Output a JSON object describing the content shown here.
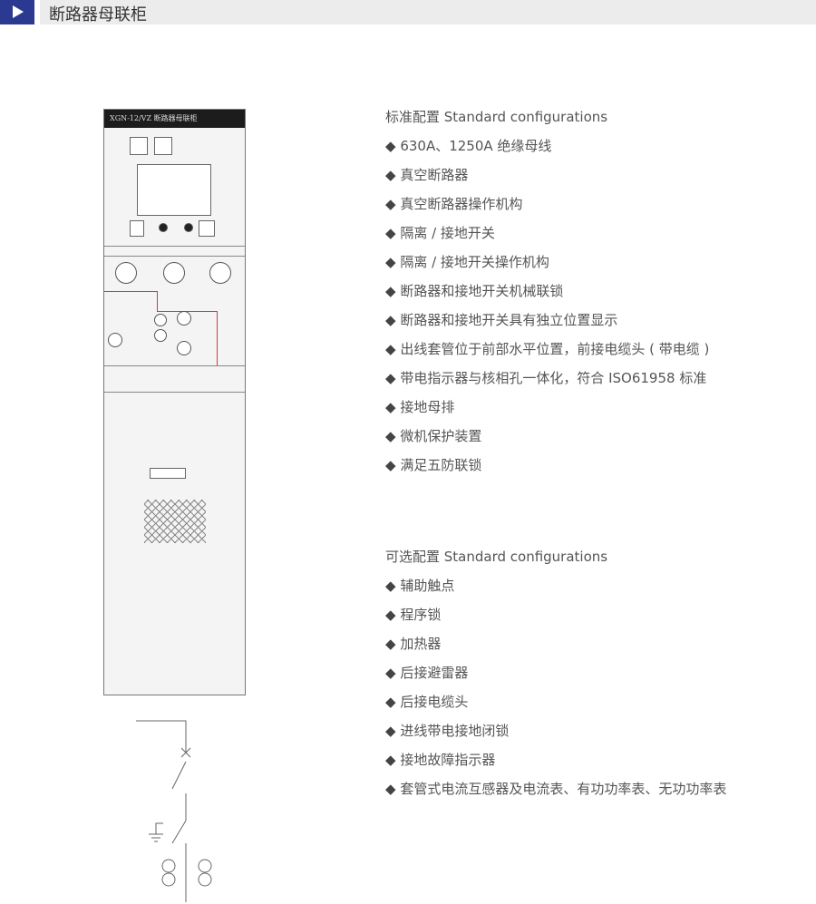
{
  "header": {
    "title": "断路器母联柜",
    "icon": "play-icon"
  },
  "cabinet": {
    "label": "XGN-12/VZ  断路器母联柜"
  },
  "standard": {
    "title": "标准配置 Standard configurations",
    "items": [
      "630A、1250A 绝缘母线",
      "真空断路器",
      "真空断路器操作机构",
      "隔离 / 接地开关",
      "隔离 / 接地开关操作机构",
      "断路器和接地开关机械联锁",
      "断路器和接地开关具有独立位置显示",
      "出线套管位于前部水平位置，前接电缆头 ( 带电缆 )",
      "带电指示器与核相孔一体化，符合 ISO61958 标准",
      "接地母排",
      "微机保护装置",
      "满足五防联锁"
    ]
  },
  "optional": {
    "title": "可选配置 Standard configurations",
    "items": [
      "辅助触点",
      "程序锁",
      "加热器",
      "后接避雷器",
      "后接电缆头",
      "进线带电接地闭锁",
      "接地故障指示器",
      "套管式电流互感器及电流表、有功功率表、无功功率表"
    ]
  }
}
